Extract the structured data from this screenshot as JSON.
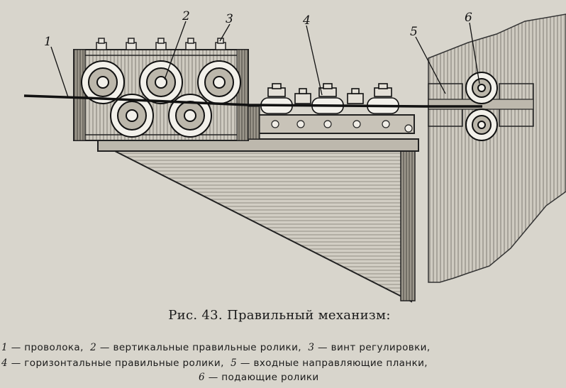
{
  "figure": {
    "callouts": [
      "1",
      "2",
      "3",
      "4",
      "5",
      "6"
    ]
  },
  "caption": {
    "title": "Рис. 43. Правильный механизм:",
    "legend": [
      {
        "num": "1",
        "text": "— проволока,"
      },
      {
        "num": "2",
        "text": "— вертикальные правильные ролики,"
      },
      {
        "num": "3",
        "text": "— винт регулировки,"
      },
      {
        "num": "4",
        "text": "— горизонтальные правильные ролики,"
      },
      {
        "num": "5",
        "text": "— входные направляющие планки,"
      },
      {
        "num": "6",
        "text": "— подающие ролики"
      }
    ]
  },
  "colors": {
    "paper": "#d8d5cc",
    "frame": "#c9c5ba",
    "ink": "#1a1a1a",
    "roller": "#f2f0ea"
  }
}
